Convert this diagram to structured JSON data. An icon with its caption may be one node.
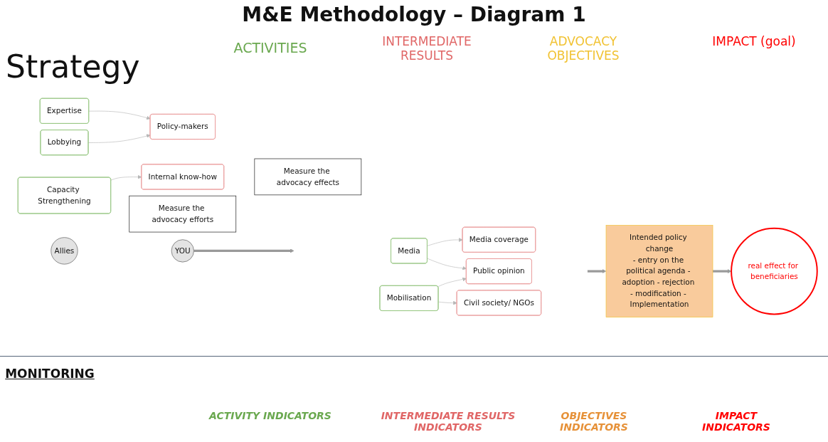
{
  "diagram": {
    "title": "M&E Methodology – Diagram 1",
    "nodes": [
      {
        "text": [
          "Allies"
        ]
      },
      {
        "text": [
          "YOU"
        ]
      },
      {
        "text": [
          "Expertise"
        ]
      },
      {
        "text": [
          "Lobbying"
        ]
      },
      {
        "text": [
          "Media"
        ]
      },
      {
        "text": [
          "Mobilisation"
        ]
      },
      {
        "text": [
          "Capacity Strengthening"
        ]
      },
      {
        "text": [
          "Policy-makers"
        ]
      },
      {
        "text": [
          "Media coverage"
        ]
      },
      {
        "text": [
          "Public opinion"
        ]
      },
      {
        "text": [
          "Civil society/ NGOs"
        ]
      },
      {
        "text": [
          "Internal know-how"
        ]
      },
      {
        "text": [
          "Intended policy change",
          "- entry on the political agenda - adoption - rejection - modification - Implementation"
        ]
      },
      {
        "text": [
          "real effect for beneficiaries"
        ]
      },
      {
        "text": [
          "Measure the advocacy efforts"
        ]
      },
      {
        "text": [
          "Measure the advocacy effects"
        ]
      }
    ],
    "edges": [
      {
        "from": 1,
        "to": null,
        "arrow": "to",
        "style": "thick"
      },
      {
        "from": 2,
        "to": 7,
        "arrow": "to"
      },
      {
        "from": 3,
        "to": 7,
        "arrow": "to"
      },
      {
        "from": 4,
        "to": 8,
        "arrow": "to"
      },
      {
        "from": 4,
        "to": 9,
        "arrow": "to"
      },
      {
        "from": 5,
        "to": 9,
        "arrow": "to"
      },
      {
        "from": 5,
        "to": 10,
        "arrow": "to"
      },
      {
        "from": 6,
        "to": 11,
        "arrow": "to"
      },
      {
        "from": null,
        "to": 12,
        "arrow": "to",
        "style": "thick"
      },
      {
        "from": 12,
        "to": 13,
        "arrow": "to",
        "style": "thick"
      }
    ],
    "labels": [
      "Strategy",
      "ACTIVITIES",
      "INTERMEDIATE RESULTS",
      "ADVOCACY OBJECTIVES",
      "IMPACT (goal)",
      "MONITORING",
      "ACTIVITY INDICATORS",
      "INTERMEDIATE RESULTS INDICATORS",
      "OBJECTIVES INDICATORS",
      "IMPACT INDICATORS"
    ]
  }
}
